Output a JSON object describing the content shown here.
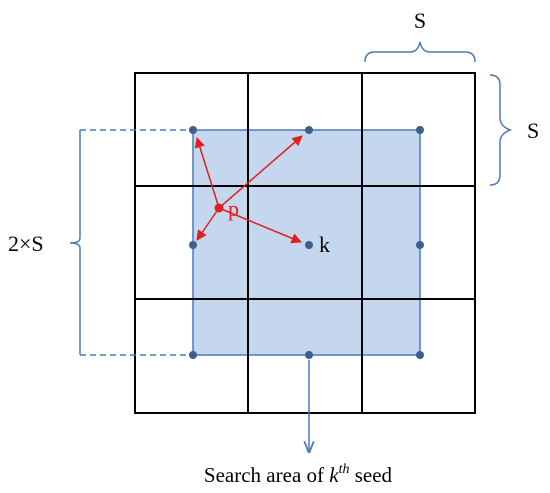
{
  "labels": {
    "s_top": "S",
    "s_right": "S",
    "two_s": "2×S",
    "p": "p",
    "k": "k",
    "caption_prefix": "Search area of ",
    "caption_k": "k",
    "caption_th": "th",
    "caption_suffix": " seed"
  },
  "colors": {
    "grid": "#000000",
    "search_fill": "#c5d7ee",
    "search_stroke": "#4a7ab8",
    "seed": "#3a5f8f",
    "pixel": "#e02020",
    "bracket": "#4a7ab8"
  }
}
